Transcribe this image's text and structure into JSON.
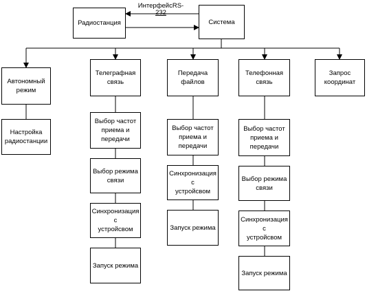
{
  "top": {
    "radio": "Радиостанция",
    "system": "Система",
    "interface_line1": "ИнтерфейсRS-",
    "interface_line2": "232"
  },
  "branches": {
    "autonomous": {
      "title": "Автономный\nрежим",
      "steps": [
        "Настройка\nрадиостанции"
      ]
    },
    "telegraph": {
      "title": "Телеграфная\nсвязь",
      "steps": [
        "Выбор частот\nприема и\nпередачи",
        "Выбор режима\nсвязи",
        "Синхронизация с\nустройсвом",
        "Запуск режима"
      ]
    },
    "files": {
      "title": "Передача\nфайлов",
      "steps": [
        "Выбор частот\nприема и\nпередачи",
        "Синхронизация с\nустройсвом",
        "Запуск режима"
      ]
    },
    "phone": {
      "title": "Телефонная\nсвязь",
      "steps": [
        "Выбор частот\nприема и\nпередачи",
        "Выбор режима\nсвязи",
        "Синхронизация с\nустройсвом",
        "Запуск режима"
      ]
    },
    "coords": {
      "title": "Запрос\nкоординат"
    }
  }
}
